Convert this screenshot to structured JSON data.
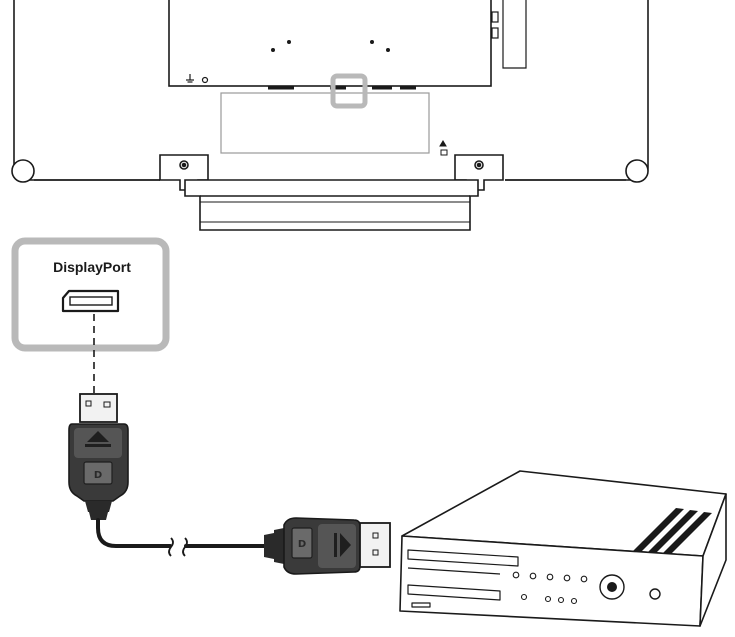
{
  "callout": {
    "port_label": "DisplayPort",
    "highlight_color": "#b9b9b9"
  },
  "colors": {
    "line": "#1a1a1a",
    "connector_body": "#3a3a3a",
    "connector_dark": "#1f1f1f",
    "connector_highlight": "#6a6a6a",
    "metal": "#f2f2f2"
  },
  "devices": {
    "display": "monitor-rear-panel",
    "source": "media-player-box"
  },
  "icons": [
    "displayport-connector-icon",
    "ground-symbol-icon",
    "lock-icon",
    "eject-triangle-icon"
  ]
}
